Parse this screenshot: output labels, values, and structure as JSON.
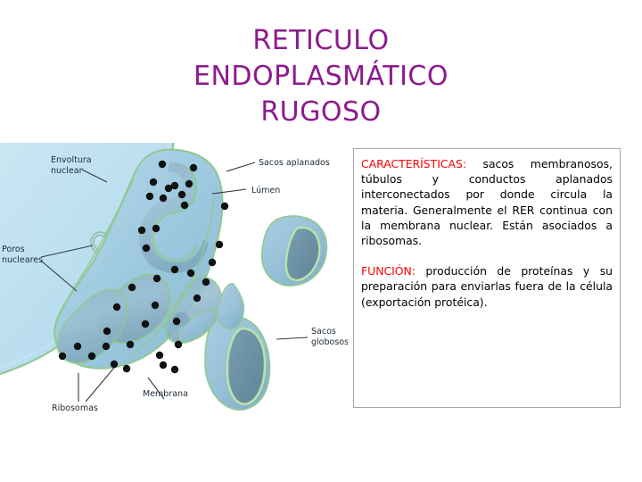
{
  "slide": {
    "background_color": "#ffffff",
    "title": {
      "color": "#8d1a8d",
      "line1": "RETICULO",
      "line2": "ENDOPLASMÁTICO",
      "line3": "RUGOSO"
    }
  },
  "figure": {
    "alt": "Diagrama del retículo endoplasmático rugoso unido a la envoltura nuclear",
    "colors": {
      "nucleus_fill": "#bfe0f0",
      "cisterna_fill": "#a8cfe4",
      "lumen_fill": "#8fb8cf",
      "membrane_stroke": "#8fc98f",
      "ribosome": "#111111",
      "leader_line": "#2b3b48"
    },
    "labels": [
      {
        "id": "envoltura-nuclear",
        "line1": "Envoltura",
        "line2": "nuclear"
      },
      {
        "id": "poros-nucleares",
        "line1": "Poros",
        "line2": "nucleares"
      },
      {
        "id": "sacos-aplanados",
        "line1": "Sacos aplanados",
        "line2": ""
      },
      {
        "id": "lumen",
        "line1": "Lúmen",
        "line2": ""
      },
      {
        "id": "sacos-globosos",
        "line1": "Sacos",
        "line2": "globosos"
      },
      {
        "id": "membrana",
        "line1": "Membrana",
        "line2": ""
      },
      {
        "id": "ribosomas",
        "line1": "Ribosomas",
        "line2": ""
      }
    ]
  },
  "infobox": {
    "border_color": "#a6a6a6",
    "heading_color": "#ff0000",
    "caracteristicas": {
      "heading": "CARACTERÍSTICAS:",
      "body": " sacos membranosos, túbulos y conductos aplanados interconectados por donde circula la materia. Generalmente el RER continua con la membrana nuclear. Están asociados a ribosomas."
    },
    "funcion": {
      "heading": "FUNCIÓN:",
      "body": " producción de proteínas y su preparación para enviarlas fuera de la célula (exportación protéica)."
    }
  }
}
